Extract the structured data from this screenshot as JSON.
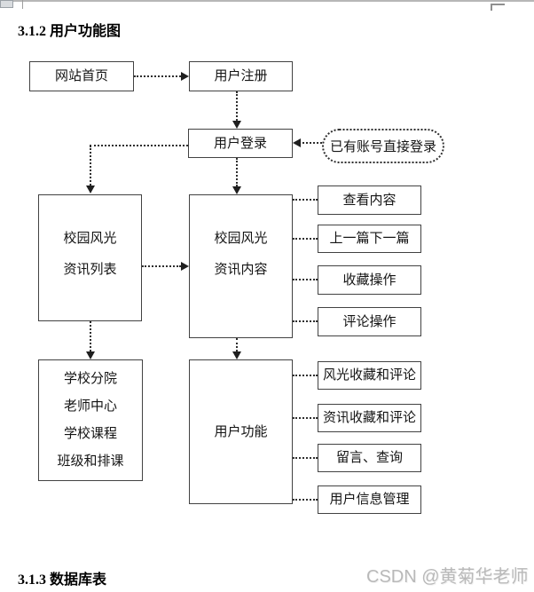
{
  "document": {
    "section_heading_top": "3.1.2 用户功能图",
    "section_heading_bottom": "3.1.3 数据库表",
    "watermark": "CSDN @黄菊华老师"
  },
  "diagram": {
    "box_home": {
      "label": "网站首页"
    },
    "box_register": {
      "label": "用户注册"
    },
    "box_login": {
      "label": "用户登录"
    },
    "callout_existing_account": {
      "label": "已有账号直接登录"
    },
    "box_scenery_list": {
      "lines": [
        "校园风光",
        "资讯列表"
      ]
    },
    "box_scenery_content": {
      "lines": [
        "校园风光",
        "资讯内容"
      ]
    },
    "content_actions": [
      "查看内容",
      "上一篇下一篇",
      "收藏操作",
      "评论操作"
    ],
    "box_school_info": {
      "lines": [
        "学校分院",
        "老师中心",
        "学校课程",
        "班级和排课"
      ]
    },
    "box_user_functions": {
      "label": "用户功能"
    },
    "user_actions": [
      "风光收藏和评论",
      "资讯收藏和评论",
      "留言、查询",
      "用户信息管理"
    ]
  },
  "colors": {
    "box_border": "#424242",
    "connector": "#2e2e2e",
    "text": "#141414",
    "watermark": "#b9b9b9",
    "page_chrome": "#b7b7b7"
  }
}
